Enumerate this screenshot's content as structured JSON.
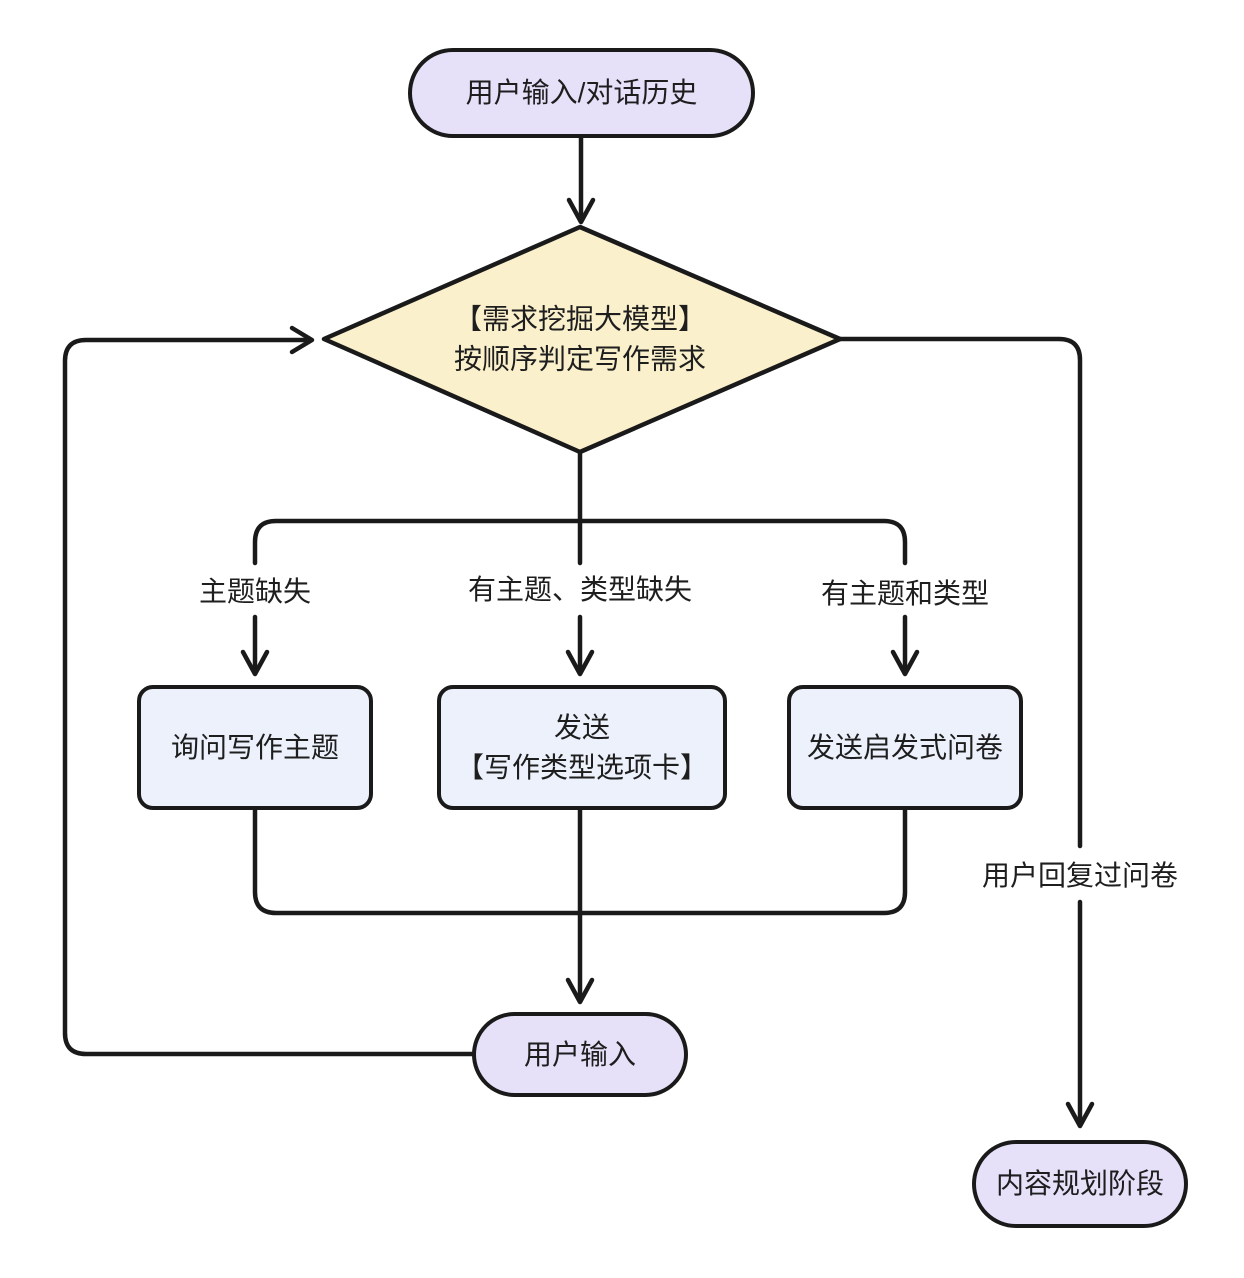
{
  "diagram": {
    "type": "flowchart",
    "colors": {
      "stroke": "#1a1a1a",
      "text": "#1e1e1e",
      "terminal_fill": "#e6e0f9",
      "decision_fill": "#fbf0cc",
      "process_fill": "#ecf1fb",
      "background": "#ffffff"
    },
    "nodes": {
      "start": {
        "label": "用户输入/对话历史"
      },
      "decision": {
        "label": "【需求挖掘大模型】\n按顺序判定写作需求"
      },
      "ask_topic": {
        "label": "询问写作主题"
      },
      "send_type_card": {
        "label": "发送\n【写作类型选项卡】"
      },
      "send_questionnaire": {
        "label": "发送启发式问卷"
      },
      "user_input": {
        "label": "用户输入"
      },
      "planning": {
        "label": "内容规划阶段"
      }
    },
    "edge_labels": {
      "topic_missing": "主题缺失",
      "has_topic_type_missing": "有主题、类型缺失",
      "has_topic_and_type": "有主题和类型",
      "answered_questionnaire": "用户回复过问卷"
    }
  }
}
